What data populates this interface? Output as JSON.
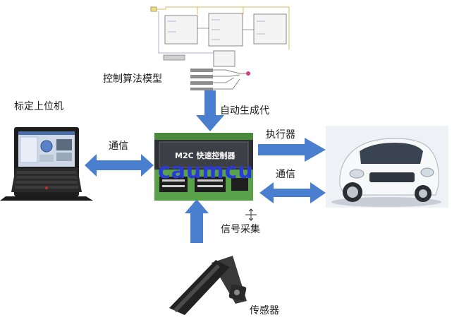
{
  "labels": {
    "model": "控制算法模型",
    "autogen": "自动生成代",
    "calibration_pc": "标定上位机",
    "comm_left": "通信",
    "actuator": "执行器",
    "comm_right": "通信",
    "signal": "信号采集",
    "sensor": "传感器",
    "ecu_text": "M2C 快速控制器",
    "watermark": "caumcu"
  },
  "colors": {
    "arrow": "#4a7fd0",
    "arrow_dark": "#2d5fae",
    "watermark": "#2a3ad8",
    "ecu_green": "#5aa24a",
    "ecu_dark": "#2c2f33"
  }
}
